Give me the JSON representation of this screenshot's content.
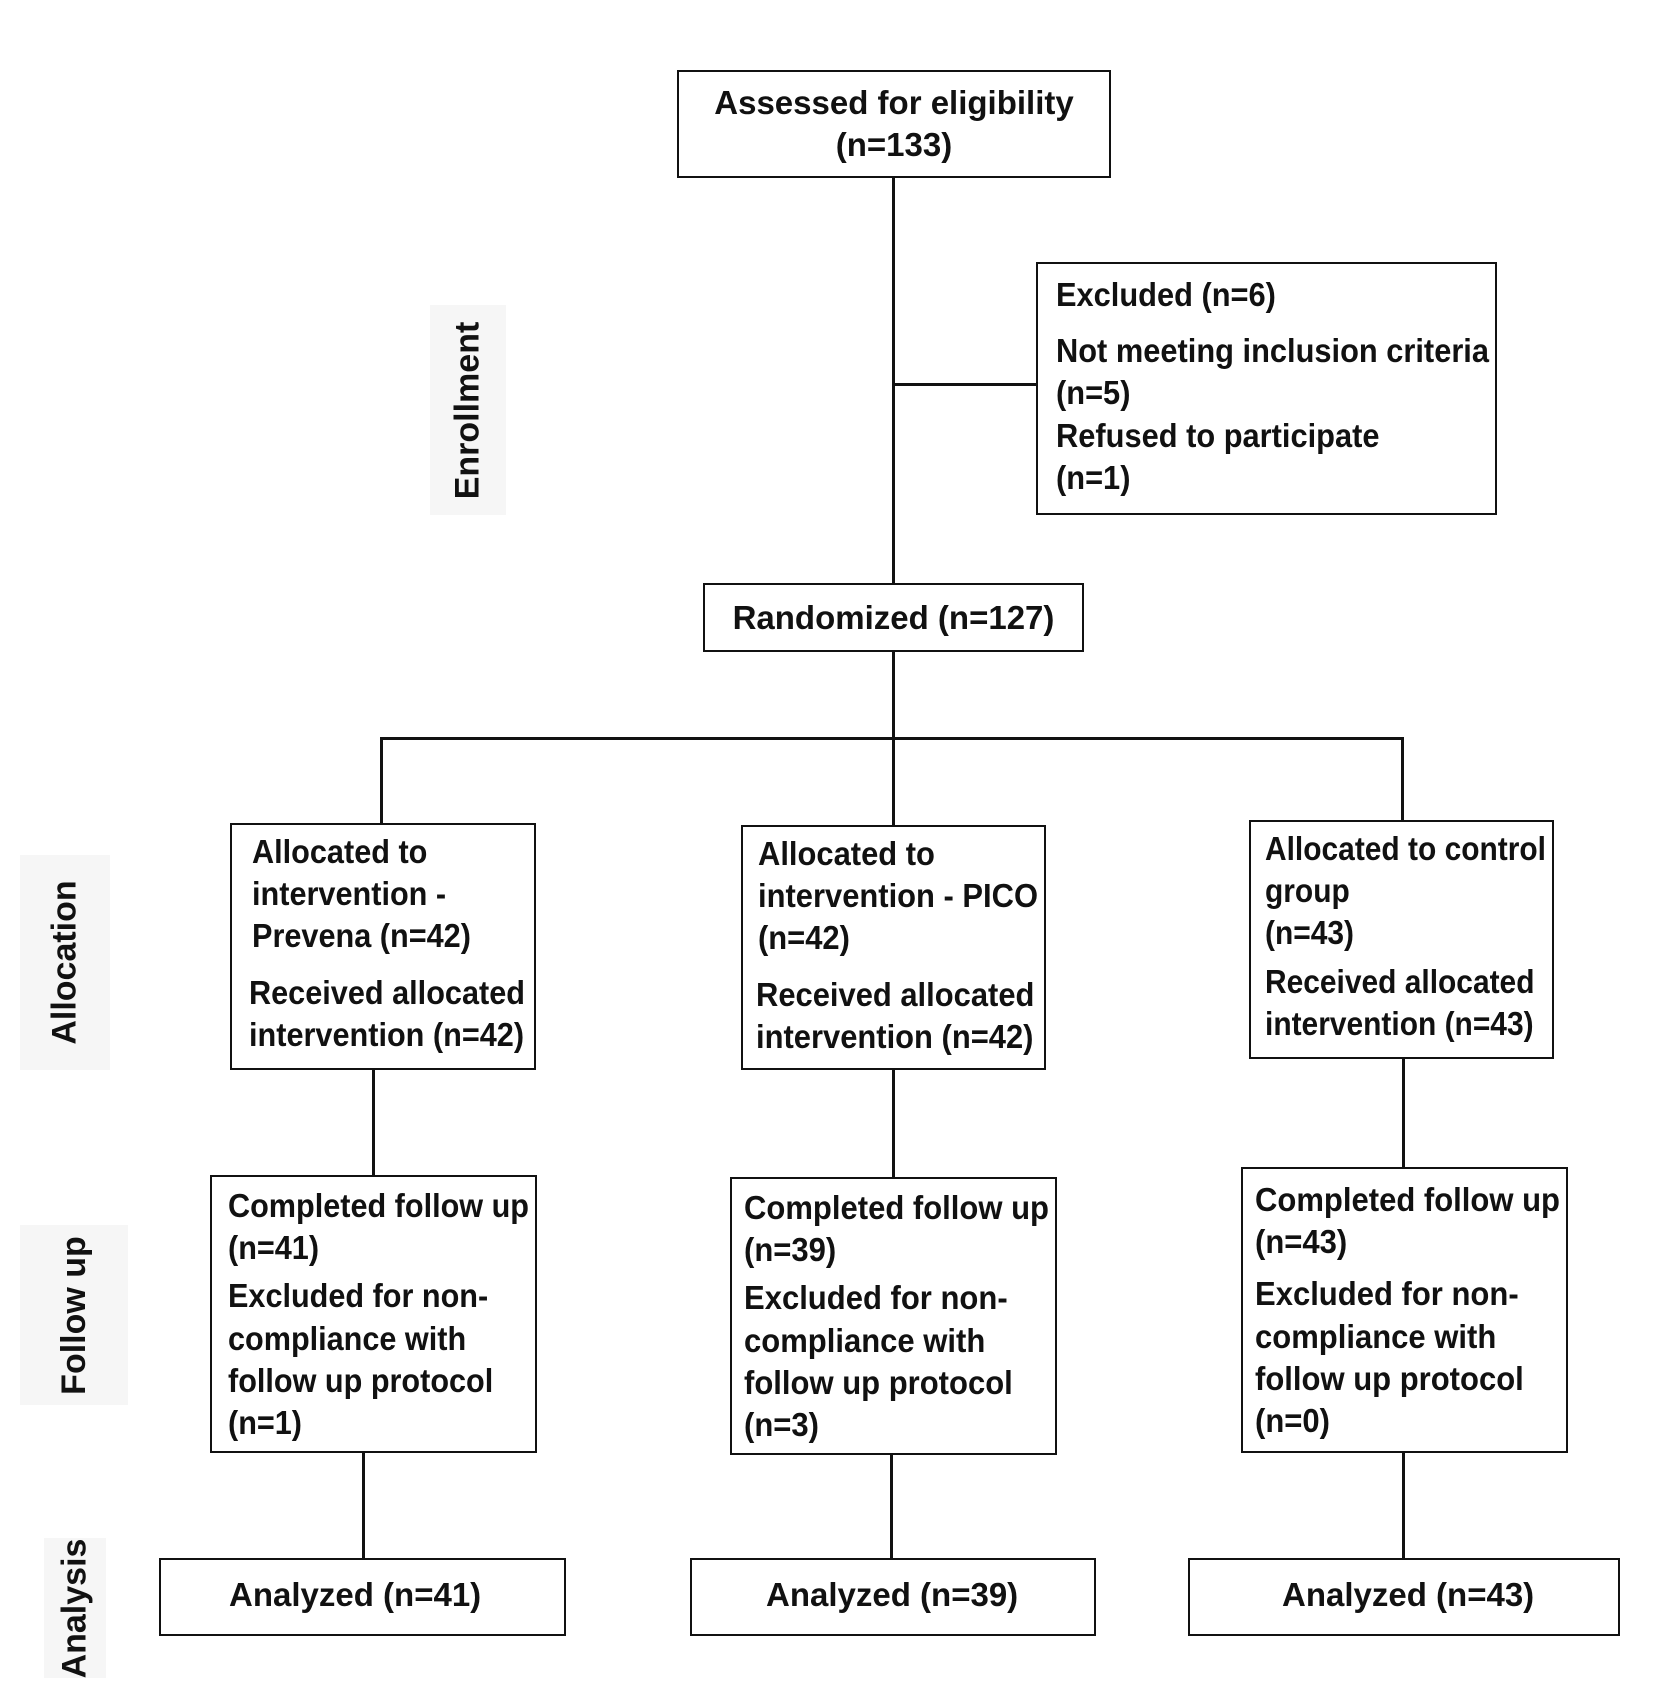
{
  "stages": {
    "enrollment": "Enrollment",
    "allocation": "Allocation",
    "follow_up": "Follow up",
    "analysis": "Analysis"
  },
  "assessed": {
    "line1": "Assessed for eligibility",
    "line2": "(n=133)"
  },
  "excluded": {
    "title": "Excluded (n=6)",
    "reason1": "Not meeting inclusion criteria",
    "reason1_n": "(n=5)",
    "reason2": "Refused to participate",
    "reason2_n": "(n=1)"
  },
  "randomized": "Randomized (n=127)",
  "arms": [
    {
      "allocation": [
        "Allocated to",
        "intervention -",
        "Prevena (n=42)"
      ],
      "received": [
        "Received allocated",
        "intervention (n=42)"
      ],
      "completed": [
        "Completed follow up",
        "(n=41)"
      ],
      "excluded": [
        "Excluded for non-",
        "compliance with",
        "follow up protocol",
        "(n=1)"
      ],
      "analyzed": "Analyzed (n=41)"
    },
    {
      "allocation": [
        "Allocated to",
        "intervention - PICO",
        "(n=42)"
      ],
      "received": [
        "Received allocated",
        "intervention (n=42)"
      ],
      "completed": [
        "Completed follow up",
        "(n=39)"
      ],
      "excluded": [
        "Excluded for non-",
        "compliance with",
        "follow up protocol",
        "(n=3)"
      ],
      "analyzed": "Analyzed (n=39)"
    },
    {
      "allocation": [
        "Allocated to control",
        "group",
        "(n=43)"
      ],
      "received": [
        "Received allocated",
        "intervention (n=43)"
      ],
      "completed": [
        "Completed follow up",
        "(n=43)"
      ],
      "excluded": [
        "Excluded for non-",
        "compliance with",
        "follow up protocol",
        "(n=0)"
      ],
      "analyzed": "Analyzed (n=43)"
    }
  ]
}
